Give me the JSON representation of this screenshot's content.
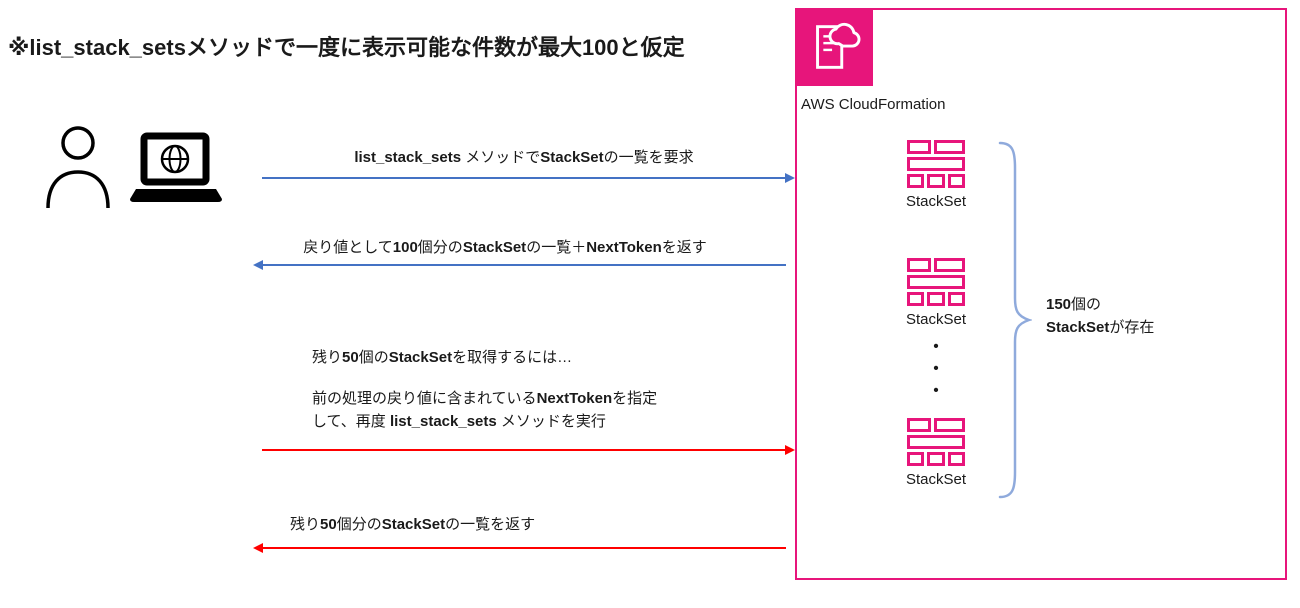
{
  "colors": {
    "accent": "#E7157B",
    "blue": "#4472C4",
    "red": "#FF0000",
    "brace": "#8FAADC",
    "text": "#1a1a1a"
  },
  "title": "※list_stack_setsメソッドで一度に表示可能な件数が最大100と仮定",
  "icons": {
    "person": "person-icon",
    "laptop": "laptop-globe-icon",
    "cloudformation_service": "cloudformation-icon",
    "stackset_resource": "stackset-stack-icon",
    "group_brace": "curly-brace"
  },
  "cloudformation": {
    "label": "AWS CloudFormation",
    "stackset_labels": [
      "StackSet",
      "StackSet",
      "StackSet"
    ],
    "ellipsis": "•\n•\n•",
    "brace_note": {
      "line1": [
        {
          "t": "150",
          "b": true
        },
        {
          "t": "個の"
        }
      ],
      "line2": [
        {
          "t": "StackSet",
          "b": true
        },
        {
          "t": "が存在"
        }
      ]
    }
  },
  "messages": [
    {
      "name": "request-first-call",
      "segments": [
        {
          "t": "list_stack_sets ",
          "b": true
        },
        {
          "t": "メソッドで"
        },
        {
          "t": "StackSet",
          "b": true
        },
        {
          "t": "の一覧を要求"
        }
      ]
    },
    {
      "name": "response-first-100",
      "segments": [
        {
          "t": "戻り値として"
        },
        {
          "t": "100",
          "b": true
        },
        {
          "t": "個分の"
        },
        {
          "t": "StackSet",
          "b": true
        },
        {
          "t": "の一覧＋"
        },
        {
          "t": "NextToken",
          "b": true
        },
        {
          "t": "を返す"
        }
      ]
    },
    {
      "name": "note-remaining-50",
      "segments": [
        {
          "t": "残り"
        },
        {
          "t": "50",
          "b": true
        },
        {
          "t": "個の"
        },
        {
          "t": "StackSet",
          "b": true
        },
        {
          "t": "を取得するには…"
        }
      ]
    },
    {
      "name": "note-nexttoken-line1",
      "segments": [
        {
          "t": "前の処理の戻り値に含まれている"
        },
        {
          "t": "NextToken",
          "b": true
        },
        {
          "t": "を指定"
        }
      ]
    },
    {
      "name": "note-nexttoken-line2",
      "segments": [
        {
          "t": "して、再度 "
        },
        {
          "t": "list_stack_sets ",
          "b": true
        },
        {
          "t": "メソッドを実行"
        }
      ]
    },
    {
      "name": "response-remaining-50",
      "segments": [
        {
          "t": "残り"
        },
        {
          "t": "50",
          "b": true
        },
        {
          "t": "個分の"
        },
        {
          "t": "StackSet",
          "b": true
        },
        {
          "t": "の一覧を返す"
        }
      ]
    }
  ]
}
